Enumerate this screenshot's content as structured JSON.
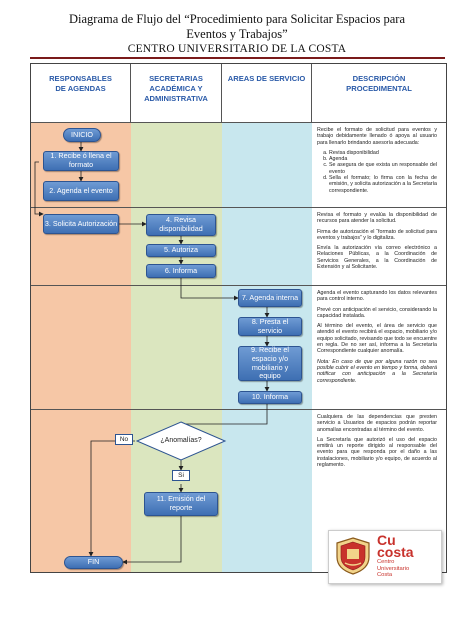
{
  "document": {
    "title_line1": "Diagrama de Flujo del “Procedimiento para Solicitar Espacios para",
    "title_line2": "Eventos y Trabajos”",
    "institution": "CENTRO UNIVERSITARIO DE LA COSTA"
  },
  "columns": [
    {
      "label": "RESPONSABLES DE AGENDAS",
      "color": "#f6c7a6"
    },
    {
      "label": "SECRETARIAS ACADÉMICA Y ADMINISTRATIVA",
      "color": "#dbe6bf"
    },
    {
      "label": "AREAS DE SERVICIO",
      "color": "#c8e7ee"
    },
    {
      "label": "DESCRIPCIÓN PROCEDIMENTAL",
      "color": "#ffffff"
    }
  ],
  "flow": {
    "start": "INICIO",
    "step1": "1. Recibe ó llena el formato",
    "step2": "2. Agenda el evento",
    "step3": "3. Solicita Autorización",
    "step4": "4. Revisa disponibilidad",
    "step5": "5. Autoriza",
    "step6": "6. Informa",
    "step7": "7. Agenda interna",
    "step8": "8. Presta el servicio",
    "step9": "9. Recibe el espacio y/o mobiliario y equipo",
    "step10": "10. Informa",
    "decision": "¿Anomalías?",
    "no_label": "No",
    "yes_label": "Si",
    "step11": "11. Emisión del reporte",
    "end": "FIN"
  },
  "descriptions": {
    "block1_intro": "Recibe el formato de solicitud para eventos y trabajo debidamente llenado ó apoya al usuario para llenarlo brindando asesoría adecuada:",
    "block1_items": [
      "Revisa disponibilidad",
      "Agenda",
      "Se asegura de que exista un responsable del evento",
      "Sella el formato; lo firma con la fecha de emisión, y solicita autorización a la Secretaría correspondiente."
    ],
    "block2_p1": "Revisa el formato y evalúa la disponibilidad de recursos para atender la solicitud.",
    "block2_p2": "Firma de autorización el “formato de solicitud para eventos y trabajos” y lo digitaliza.",
    "block2_p3": "Envía la autorización vía correo electrónico a Relaciones Públicas, a la Coordinación de Servicios Generales, a la Coordinación de Extensión y al Solicitante.",
    "block3_p1": "Agenda el evento capturando los datos relevantes para control interno.",
    "block3_p2": "Prevé con anticipación el servicio, considerando la capacidad instalada.",
    "block3_p3": "Al término del evento, el área de servicio que atendió el evento recibirá el espacio, mobiliario y/o equipo solicitado, revisando que todo se encuentre en regla. De no ser así, informa a la Secretaría Correspondiente cualquier anomalía.",
    "block3_note": "Nota: En caso de que por alguna razón no sea posible cubrir el evento en tiempo y forma, deberá notificar con anticipación a la Secretaría correspondiente.",
    "block4_p1": "Cualquiera de las dependencias que presten servicio a Usuarios de espacios podrán reportar anomalías encontradas al término del evento.",
    "block4_p2": "La Secretaría que autorizó el uso del espacio emitirá un reporte dirigido al responsable del evento para que responda por el daño a las instalaciones, mobiliario y/o equipo, de acuerdo al reglamento."
  },
  "logo": {
    "brand_line1": "Cu",
    "brand_line2": "costa",
    "name_lines": [
      "Centro",
      "Universitario",
      "Costa"
    ],
    "color": "#c8322c"
  }
}
